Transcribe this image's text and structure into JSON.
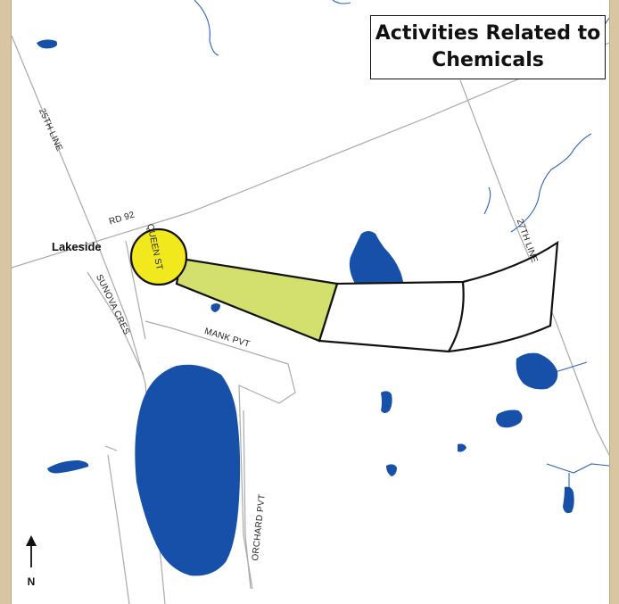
{
  "title": {
    "line1": "Activities Related to",
    "line2": "Chemicals"
  },
  "places": {
    "lakeside": "Lakeside"
  },
  "roads": {
    "line_25th": "25TH LINE",
    "rd92": "RD 92",
    "queen_st": "QUEEN ST",
    "sunova_cres": "SUNOVA CRES",
    "mank_pvt": "MANK PVT",
    "line_27th": "27TH LINE",
    "orchard_pvt": "ORCHARD PVT"
  },
  "north_label": "N",
  "colors": {
    "frame": "#d8c6a2",
    "water": "#1650a8",
    "stream": "#2d63b8",
    "road": "#a9a9a9",
    "wellhead_circle": "#f2e81e",
    "capture_zone": "#d4e06e",
    "zone_outline": "#111111"
  }
}
